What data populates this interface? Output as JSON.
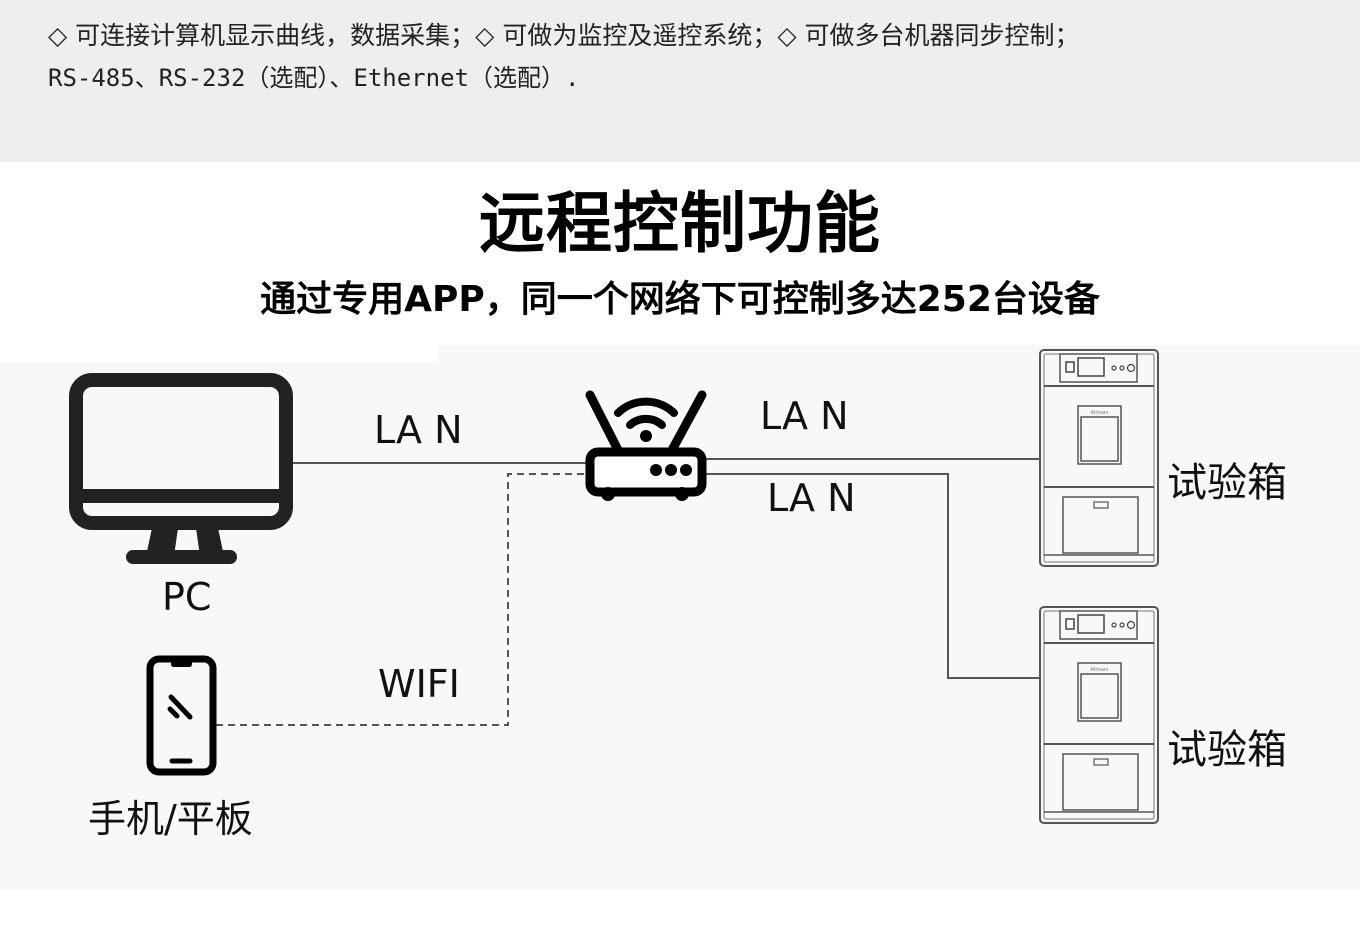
{
  "specs": {
    "line1": "◇ 可连接计算机显示曲线，数据采集；◇ 可做为监控及遥控系统；◇ 可做多台机器同步控制；",
    "line2": "RS-485、RS-232（选配）、Ethernet（选配）."
  },
  "header": {
    "title": "远程控制功能",
    "subtitle": "通过专用APP，同一个网络下可控制多达252台设备"
  },
  "diagram": {
    "pc_label": "PC",
    "phone_label": "手机/平板",
    "lan_pc_label": "LA N",
    "wifi_label": "WIFI",
    "lan_top_label": "LA N",
    "lan_bottom_label": "LA N",
    "chamber_labels": [
      "试验箱",
      "试验箱"
    ],
    "chamber_brand": "Atmars",
    "icons": [
      "monitor-icon",
      "router-icon",
      "smartphone-icon",
      "test-chamber-icon"
    ]
  }
}
